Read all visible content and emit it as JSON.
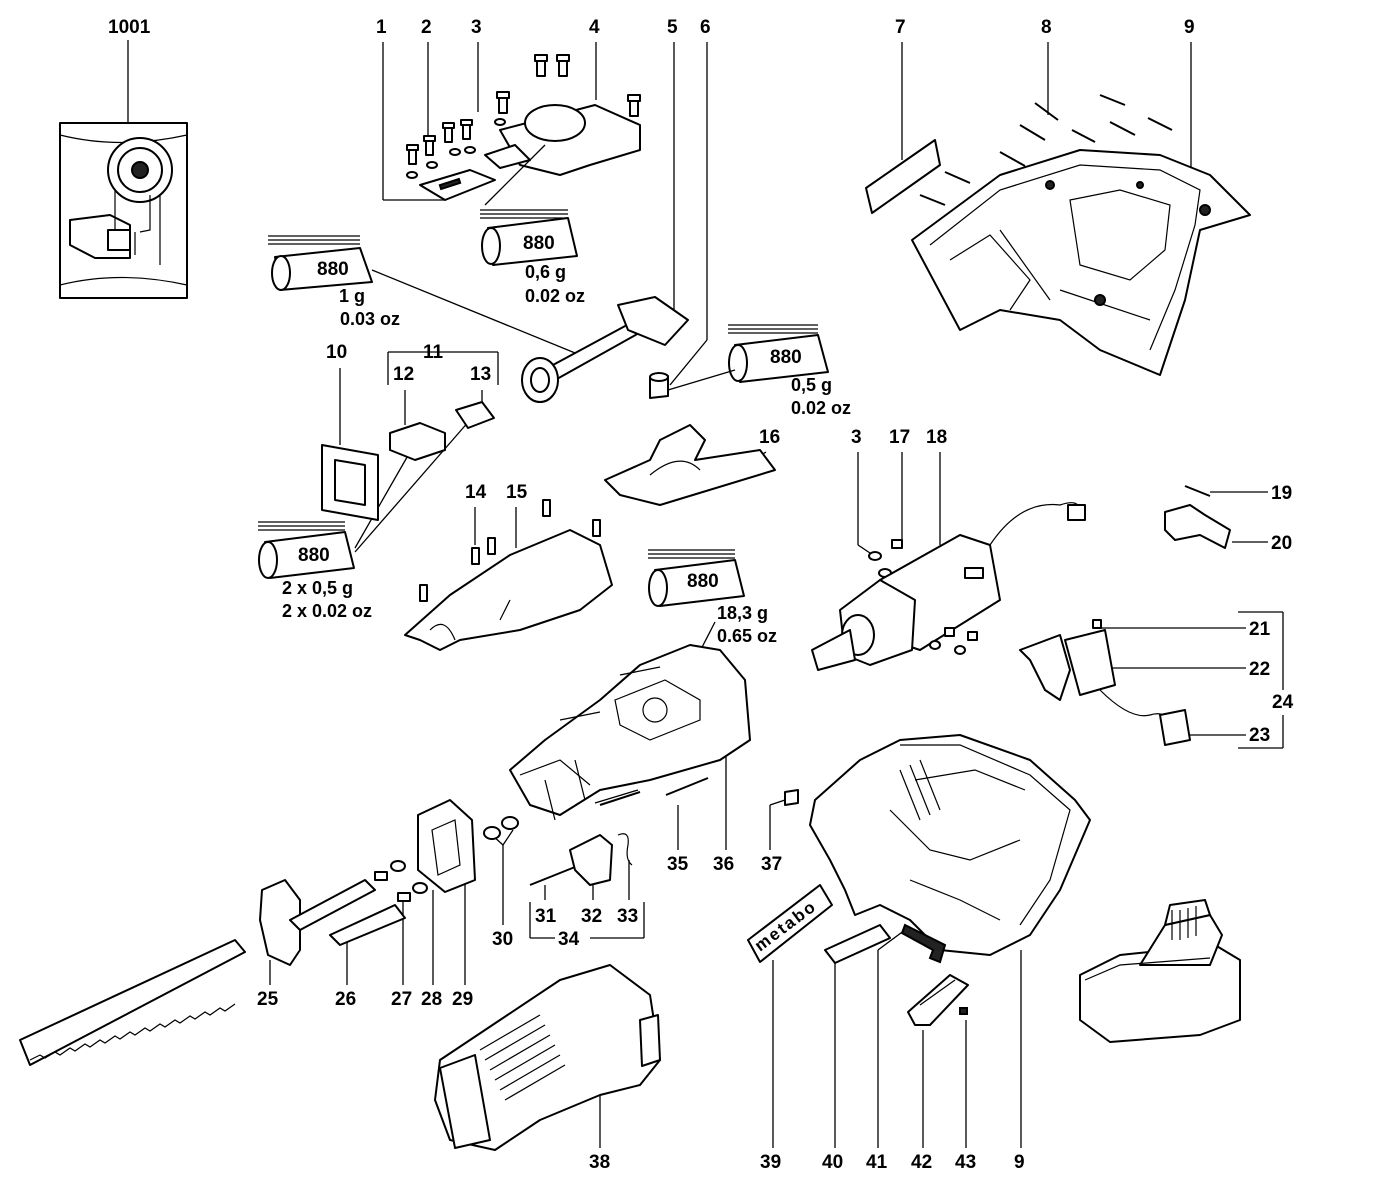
{
  "callouts": {
    "c1001": "1001",
    "c1": "1",
    "c2": "2",
    "c3": "3",
    "c4": "4",
    "c5": "5",
    "c6": "6",
    "c7": "7",
    "c8": "8",
    "c9": "9",
    "c10": "10",
    "c11": "11",
    "c12": "12",
    "c13": "13",
    "c14": "14",
    "c15": "15",
    "c16": "16",
    "c3b": "3",
    "c17": "17",
    "c18": "18",
    "c19": "19",
    "c20": "20",
    "c21": "21",
    "c22": "22",
    "c23": "23",
    "c24": "24",
    "c25": "25",
    "c26": "26",
    "c27": "27",
    "c28": "28",
    "c29": "29",
    "c30": "30",
    "c31": "31",
    "c32": "32",
    "c33": "33",
    "c34": "34",
    "c35": "35",
    "c36": "36",
    "c37": "37",
    "c38": "38",
    "c39": "39",
    "c40": "40",
    "c41": "41",
    "c42": "42",
    "c43": "43",
    "c9b": "9"
  },
  "grease_tubes": [
    {
      "label": "880",
      "amount": "1 g",
      "amount_oz": "0.03 oz"
    },
    {
      "label": "880",
      "amount": "0,6 g",
      "amount_oz": "0.02 oz"
    },
    {
      "label": "880",
      "amount": "0,5 g",
      "amount_oz": "0.02 oz"
    },
    {
      "label": "880",
      "amount": "2 x 0,5 g",
      "amount_oz": "2 x 0.02 oz"
    },
    {
      "label": "880",
      "amount": "18,3 g",
      "amount_oz": "0.65 oz"
    }
  ],
  "brand_label": "metabo"
}
